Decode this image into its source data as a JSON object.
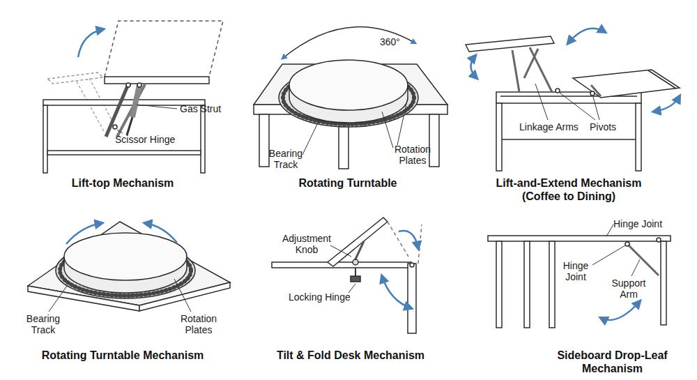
{
  "diagram": {
    "labels": [
      "Gas Strut",
      "Scissor Hinge",
      "Lift-top Mechanism",
      "360°",
      "Bearing Track",
      "Rotation Plates",
      "Rotating Turntable",
      "Linkage Arms",
      "Pivots",
      "Lift-and-Extend Mechanism (Coffee to Dining)",
      "Bearing Track",
      "Rotation Plates",
      "Rotating Turntable Mechanism",
      "Adjustment Knob",
      "Locking Hinge",
      "Tilt & Fold Desk Mechanism",
      "Hinge Joint",
      "Hinge Joint",
      "Support Arm",
      "Sideboard Drop-Leaf Mechanism"
    ]
  }
}
